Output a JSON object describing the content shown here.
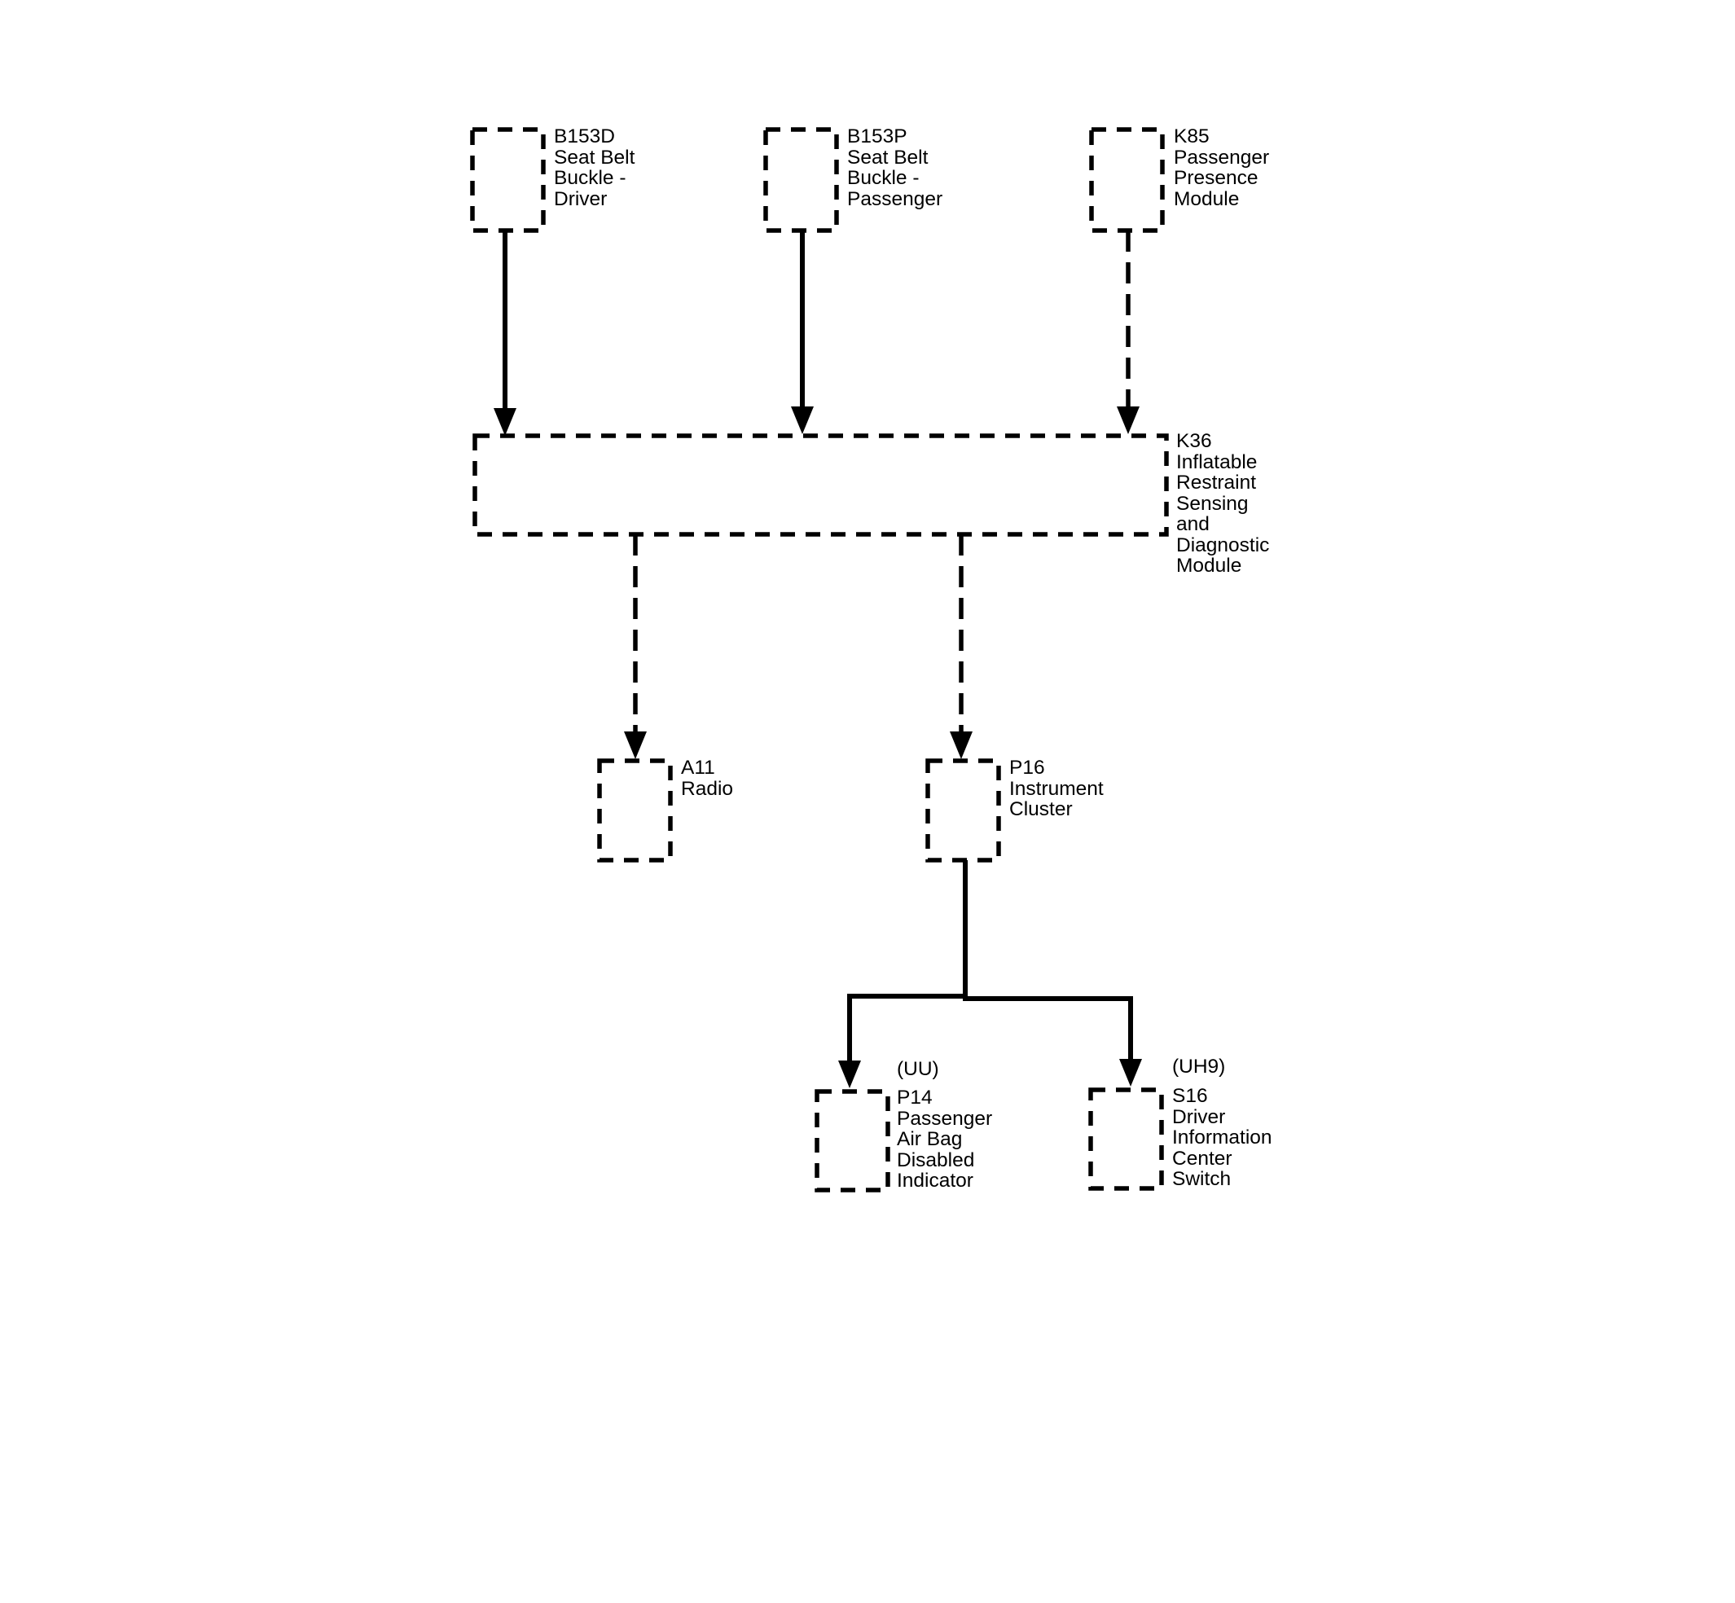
{
  "components": {
    "b153d": {
      "lines": [
        "B153D",
        "Seat Belt",
        "Buckle -",
        "Driver"
      ]
    },
    "b153p": {
      "lines": [
        "B153P",
        "Seat Belt",
        "Buckle -",
        "Passenger"
      ]
    },
    "k85": {
      "lines": [
        "K85",
        "Passenger",
        "Presence",
        "Module"
      ]
    },
    "k36": {
      "lines": [
        "K36",
        "Inflatable",
        "Restraint",
        "Sensing",
        "and",
        "Diagnostic",
        "Module"
      ]
    },
    "a11": {
      "lines": [
        "A11",
        "Radio"
      ]
    },
    "p16": {
      "lines": [
        "P16",
        "Instrument",
        "Cluster"
      ]
    },
    "p14": {
      "option": "(UU)",
      "lines": [
        "P14",
        "Passenger",
        "Air Bag",
        "Disabled",
        "Indicator"
      ]
    },
    "s16": {
      "option": "(UH9)",
      "lines": [
        "S16",
        "Driver",
        "Information",
        "Center",
        "Switch"
      ]
    }
  },
  "connections": [
    {
      "from": "b153d",
      "to": "k36",
      "style": "solid"
    },
    {
      "from": "b153p",
      "to": "k36",
      "style": "solid"
    },
    {
      "from": "k85",
      "to": "k36",
      "style": "dashed"
    },
    {
      "from": "k36",
      "to": "a11",
      "style": "dashed"
    },
    {
      "from": "k36",
      "to": "p16",
      "style": "dashed"
    },
    {
      "from": "p16",
      "to": "p14",
      "style": "solid"
    },
    {
      "from": "p16",
      "to": "s16",
      "style": "solid"
    }
  ]
}
